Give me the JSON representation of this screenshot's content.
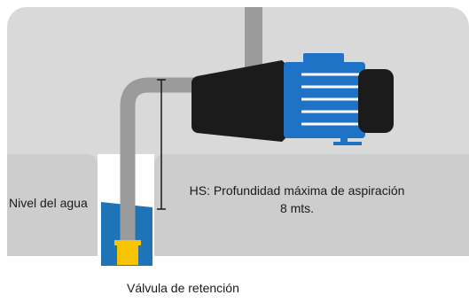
{
  "labels": {
    "water_level": "Nivel del agua",
    "hs_title": "HS: Profundidad máxima de aspiración",
    "hs_value": "8 mts.",
    "check_valve": "Válvula de retención"
  },
  "colors": {
    "background_panel": "#d9d9d9",
    "ground": "#cdcdcd",
    "pipe": "#9b9b9b",
    "water": "#1f74b8",
    "valve": "#f6c400",
    "pump_body": "#1b1b1b",
    "motor": "#1f73c6",
    "text": "#1a1a1a"
  },
  "icons": {
    "pump": "water-pump-icon",
    "valve": "check-valve-icon"
  }
}
